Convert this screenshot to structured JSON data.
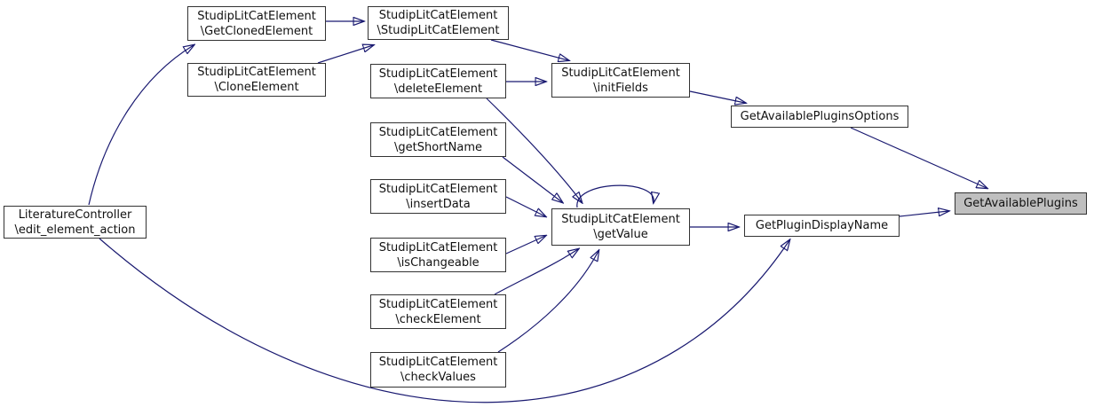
{
  "graph": {
    "type": "call-graph",
    "highlighted_node": "GetAvailablePlugins",
    "colors": {
      "edge": "#191970",
      "node_border": "#333333",
      "node_fill": "#ffffff",
      "highlight_fill": "#bfbfbf",
      "text": "#111111",
      "background": "#ffffff"
    },
    "nodes": [
      {
        "id": "edit_element_action",
        "line1": "LiteratureController",
        "line2": "\\edit_element_action"
      },
      {
        "id": "GetClonedElement",
        "line1": "StudipLitCatElement",
        "line2": "\\GetClonedElement"
      },
      {
        "id": "CloneElement",
        "line1": "StudipLitCatElement",
        "line2": "\\CloneElement"
      },
      {
        "id": "StudipLitCatElement",
        "line1": "StudipLitCatElement",
        "line2": "\\StudipLitCatElement"
      },
      {
        "id": "deleteElement",
        "line1": "StudipLitCatElement",
        "line2": "\\deleteElement"
      },
      {
        "id": "initFields",
        "line1": "StudipLitCatElement",
        "line2": "\\initFields"
      },
      {
        "id": "GetAvailablePluginsOptions",
        "line1": "GetAvailablePluginsOptions"
      },
      {
        "id": "getShortName",
        "line1": "StudipLitCatElement",
        "line2": "\\getShortName"
      },
      {
        "id": "insertData",
        "line1": "StudipLitCatElement",
        "line2": "\\insertData"
      },
      {
        "id": "getValue",
        "line1": "StudipLitCatElement",
        "line2": "\\getValue"
      },
      {
        "id": "isChangeable",
        "line1": "StudipLitCatElement",
        "line2": "\\isChangeable"
      },
      {
        "id": "checkElement",
        "line1": "StudipLitCatElement",
        "line2": "\\checkElement"
      },
      {
        "id": "checkValues",
        "line1": "StudipLitCatElement",
        "line2": "\\checkValues"
      },
      {
        "id": "GetPluginDisplayName",
        "line1": "GetPluginDisplayName"
      },
      {
        "id": "GetAvailablePlugins",
        "line1": "GetAvailablePlugins",
        "highlighted": true
      }
    ],
    "edges": [
      {
        "from": "edit_element_action",
        "to": "GetClonedElement"
      },
      {
        "from": "edit_element_action",
        "to": "GetPluginDisplayName"
      },
      {
        "from": "GetClonedElement",
        "to": "StudipLitCatElement"
      },
      {
        "from": "CloneElement",
        "to": "StudipLitCatElement"
      },
      {
        "from": "StudipLitCatElement",
        "to": "initFields"
      },
      {
        "from": "deleteElement",
        "to": "initFields"
      },
      {
        "from": "deleteElement",
        "to": "getValue"
      },
      {
        "from": "initFields",
        "to": "GetAvailablePluginsOptions"
      },
      {
        "from": "GetAvailablePluginsOptions",
        "to": "GetAvailablePlugins"
      },
      {
        "from": "getShortName",
        "to": "getValue"
      },
      {
        "from": "insertData",
        "to": "getValue"
      },
      {
        "from": "isChangeable",
        "to": "getValue"
      },
      {
        "from": "checkElement",
        "to": "getValue"
      },
      {
        "from": "checkValues",
        "to": "getValue"
      },
      {
        "from": "getValue",
        "to": "getValue"
      },
      {
        "from": "getValue",
        "to": "GetPluginDisplayName"
      },
      {
        "from": "GetPluginDisplayName",
        "to": "GetAvailablePlugins"
      }
    ]
  }
}
